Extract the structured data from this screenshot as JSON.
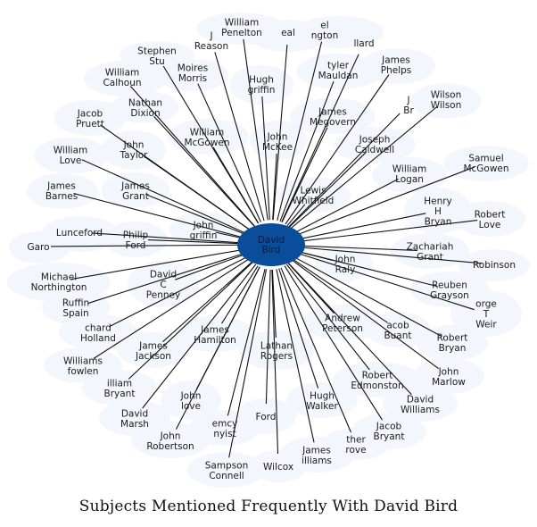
{
  "title": "Subjects Mentioned Frequently With David Bird",
  "colors": {
    "center": "#0a4d9a",
    "bubble": "#f3f7fd",
    "edge": "#111111",
    "text": "#1a1a1a"
  },
  "center": {
    "lines": [
      "David",
      "Bird"
    ]
  },
  "nodes": [
    {
      "id": "william-penelton",
      "lines": [
        "William",
        "Penelton"
      ]
    },
    {
      "id": "stephen-stu",
      "lines": [
        "Stephen",
        "Stu"
      ]
    },
    {
      "id": "j-reason",
      "lines": [
        "J",
        "Reason"
      ]
    },
    {
      "id": "neal",
      "lines": [
        "eal"
      ]
    },
    {
      "id": "el-ngton",
      "lines": [
        "el",
        "ngton"
      ]
    },
    {
      "id": "llard",
      "lines": [
        "llard"
      ]
    },
    {
      "id": "william-calhoun",
      "lines": [
        "William",
        "Calhoun"
      ]
    },
    {
      "id": "moires-morris",
      "lines": [
        "Moires",
        "Morris"
      ]
    },
    {
      "id": "hugh-griffin",
      "lines": [
        "Hugh",
        "griffin"
      ]
    },
    {
      "id": "tyler-mauldan",
      "lines": [
        "tyler",
        "Mauldan"
      ]
    },
    {
      "id": "james-phelps",
      "lines": [
        "James",
        "Phelps"
      ]
    },
    {
      "id": "nathan-dixion",
      "lines": [
        "Nathan",
        "Dixion"
      ]
    },
    {
      "id": "j-br",
      "lines": [
        "J",
        "Br"
      ]
    },
    {
      "id": "wilson-wilson",
      "lines": [
        "Wilson",
        "Wilson"
      ]
    },
    {
      "id": "jacob-pruett",
      "lines": [
        "Jacob",
        "Pruett"
      ]
    },
    {
      "id": "james-megovern",
      "lines": [
        "James",
        "Megovern"
      ]
    },
    {
      "id": "william-mcgowen",
      "lines": [
        "William",
        "McGowen"
      ]
    },
    {
      "id": "john-mckee",
      "lines": [
        "John",
        "McKee"
      ]
    },
    {
      "id": "william-love",
      "lines": [
        "William",
        "Love"
      ]
    },
    {
      "id": "john-taylor",
      "lines": [
        "John",
        "Taylor"
      ]
    },
    {
      "id": "joseph-caldwell",
      "lines": [
        "Joseph",
        "Caldwell"
      ]
    },
    {
      "id": "samuel-mcgowen",
      "lines": [
        "Samuel",
        "McGowen"
      ]
    },
    {
      "id": "william-logan",
      "lines": [
        "William",
        "Logan"
      ]
    },
    {
      "id": "james-barnes",
      "lines": [
        "James",
        "Barnes"
      ]
    },
    {
      "id": "james-grant",
      "lines": [
        "James",
        "Grant"
      ]
    },
    {
      "id": "lewis-whitfield",
      "lines": [
        "Lewis",
        "Whitfield"
      ]
    },
    {
      "id": "henry-h-bryan",
      "lines": [
        "Henry",
        "H",
        "Bryan"
      ]
    },
    {
      "id": "robert-love",
      "lines": [
        "Robert",
        "Love"
      ]
    },
    {
      "id": "john-griffin",
      "lines": [
        "John",
        "griffin"
      ]
    },
    {
      "id": "lunceford",
      "lines": [
        "Lunceford"
      ]
    },
    {
      "id": "philip-ford",
      "lines": [
        "Philip",
        "Ford"
      ]
    },
    {
      "id": "garo",
      "lines": [
        "Garo"
      ]
    },
    {
      "id": "zachariah-grant",
      "lines": [
        "Zachariah",
        "Grant"
      ]
    },
    {
      "id": "john-raly",
      "lines": [
        "John",
        "Raly"
      ]
    },
    {
      "id": "robinson",
      "lines": [
        "Robinson"
      ]
    },
    {
      "id": "michael-northington",
      "lines": [
        "Michael",
        "Northington"
      ]
    },
    {
      "id": "david-c-penney",
      "lines": [
        "David",
        "C",
        "Penney"
      ]
    },
    {
      "id": "reuben-grayson",
      "lines": [
        "Reuben",
        "Grayson"
      ]
    },
    {
      "id": "ruffin-spain",
      "lines": [
        "Ruffin",
        "Spain"
      ]
    },
    {
      "id": "george-t-weir",
      "lines": [
        "orge",
        "T",
        "Weir"
      ]
    },
    {
      "id": "richard-holland",
      "lines": [
        "chard",
        "Holland"
      ]
    },
    {
      "id": "andrew-peterson",
      "lines": [
        "Andrew",
        "Peterson"
      ]
    },
    {
      "id": "jacob-buant",
      "lines": [
        "acob",
        "Buant"
      ]
    },
    {
      "id": "james-hamilton",
      "lines": [
        "James",
        "Hamilton"
      ]
    },
    {
      "id": "robert-bryan",
      "lines": [
        "Robert",
        "Bryan"
      ]
    },
    {
      "id": "james-jackson",
      "lines": [
        "James",
        "Jackson"
      ]
    },
    {
      "id": "lathan-rogers",
      "lines": [
        "Lathan",
        "Rogers"
      ]
    },
    {
      "id": "williams-fowlen",
      "lines": [
        "Williams",
        "fowlen"
      ]
    },
    {
      "id": "john-marlow",
      "lines": [
        "John",
        "Marlow"
      ]
    },
    {
      "id": "robert-edmonston",
      "lines": [
        "Robert",
        "Edmonston"
      ]
    },
    {
      "id": "william-bryant",
      "lines": [
        "illiam",
        "Bryant"
      ]
    },
    {
      "id": "john-love",
      "lines": [
        "John",
        "love"
      ]
    },
    {
      "id": "david-williams",
      "lines": [
        "David",
        "Williams"
      ]
    },
    {
      "id": "hugh-walker",
      "lines": [
        "Hugh",
        "Walker"
      ]
    },
    {
      "id": "david-marsh",
      "lines": [
        "David",
        "Marsh"
      ]
    },
    {
      "id": "ford",
      "lines": [
        "Ford"
      ]
    },
    {
      "id": "emcy-nyist",
      "lines": [
        "emcy",
        "nyist"
      ]
    },
    {
      "id": "jacob-bryant",
      "lines": [
        "Jacob",
        "Bryant"
      ]
    },
    {
      "id": "john-robertson",
      "lines": [
        "John",
        "Robertson"
      ]
    },
    {
      "id": "other-grove",
      "lines": [
        "ther",
        "rove"
      ]
    },
    {
      "id": "james-williams",
      "lines": [
        "James",
        "illiams"
      ]
    },
    {
      "id": "sampson-connell",
      "lines": [
        "Sampson",
        "Connell"
      ]
    },
    {
      "id": "wilcox",
      "lines": [
        "Wilcox"
      ]
    }
  ]
}
